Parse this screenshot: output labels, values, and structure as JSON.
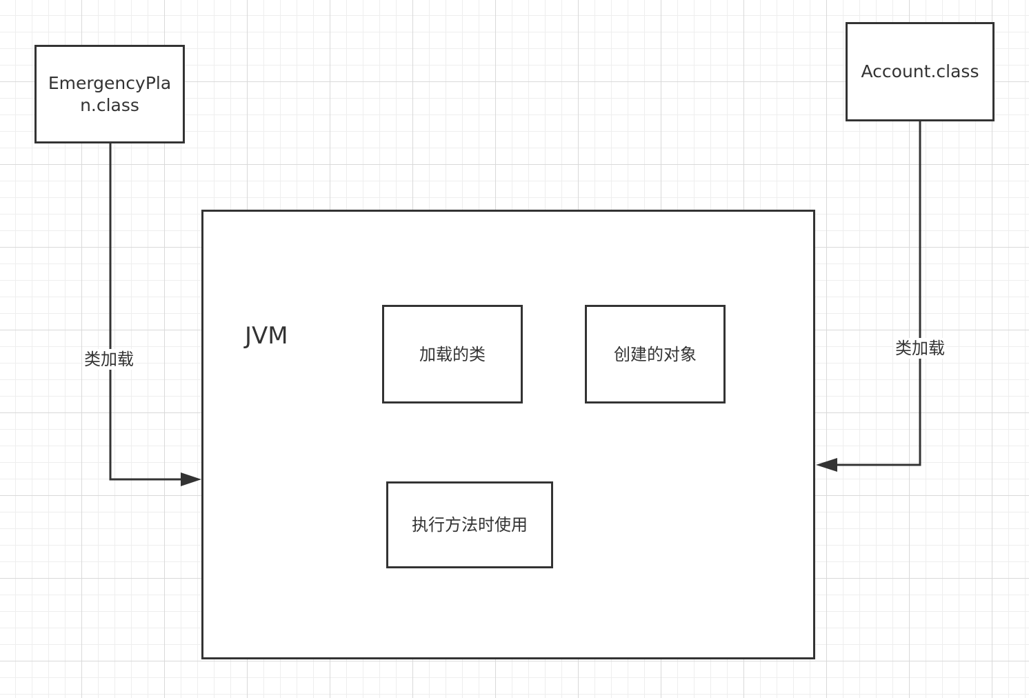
{
  "diagram": {
    "nodes": {
      "emergency_plan": "EmergencyPlan.class",
      "account": "Account.class",
      "jvm": "JVM",
      "loaded_classes": "加载的类",
      "created_objects": "创建的对象",
      "method_execution": "执行方法时使用"
    },
    "edges": {
      "left_label": "类加载",
      "right_label": "类加载"
    },
    "colors": {
      "stroke": "#333333",
      "background": "#ffffff",
      "grid_major": "#d9d9d9",
      "grid_minor": "#eeeeee"
    }
  }
}
